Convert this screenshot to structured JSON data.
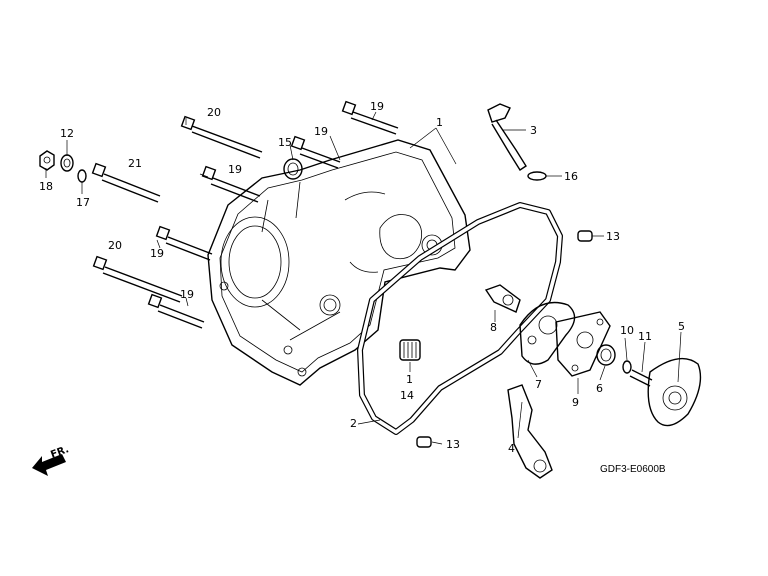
{
  "diagram": {
    "drawing_code": "GDF3-E0600B",
    "direction_label": "FR.",
    "callouts": {
      "c1": "1",
      "c1b": "1",
      "c2": "2",
      "c3": "3",
      "c4": "4",
      "c5": "5",
      "c6": "6",
      "c7": "7",
      "c8": "8",
      "c9": "9",
      "c10": "10",
      "c11": "11",
      "c12": "12",
      "c13a": "13",
      "c13b": "13",
      "c14": "14",
      "c15": "15",
      "c16": "16",
      "c17": "17",
      "c18": "18",
      "c19a": "19",
      "c19b": "19",
      "c19c": "19",
      "c19d": "19",
      "c19e": "19",
      "c20a": "20",
      "c20b": "20",
      "c21": "21"
    }
  }
}
